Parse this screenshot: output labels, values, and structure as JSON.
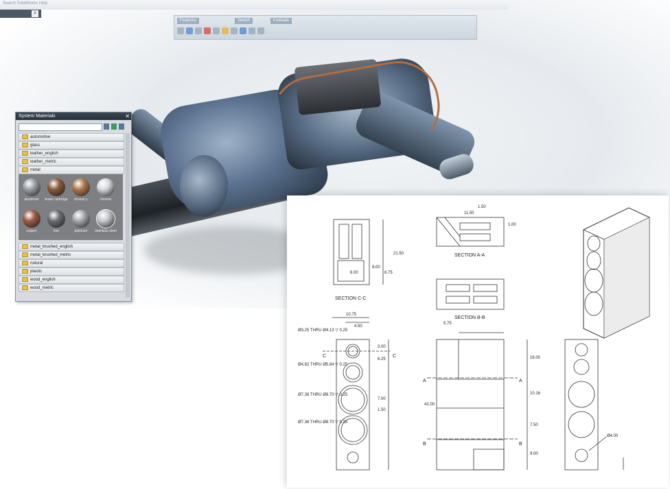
{
  "menubar": {
    "text": "Search SolidWorks Help",
    "nav_arrow": ">"
  },
  "command_bar": {
    "tabs": [
      "Features",
      "Sketch",
      "Evaluate"
    ]
  },
  "materials_panel": {
    "title": "System Materials",
    "close_glyph": "✕",
    "folders_top": [
      "automotive",
      "glass",
      "leather_english",
      "leather_metric",
      "metal"
    ],
    "materials": [
      {
        "name": "aluminum",
        "color": "#9aa0a6"
      },
      {
        "name": "brass cartridge",
        "color": "#8a5a3a"
      },
      {
        "name": "bronze y",
        "color": "#b07a4e"
      },
      {
        "name": "chrome",
        "color": "#d7d9dc"
      },
      {
        "name": "copper",
        "color": "#9e5a44"
      },
      {
        "name": "iron",
        "color": "#6a6e73"
      },
      {
        "name": "platinum",
        "color": "#a6a8ab"
      },
      {
        "name": "stainless steel",
        "color": "#c4c7ca"
      }
    ],
    "folders_bottom": [
      "metal_brushed_english",
      "metal_brushed_metric",
      "natural",
      "plastic",
      "wood_english",
      "wood_metric"
    ]
  },
  "drawing": {
    "section_aa": "SECTION A-A",
    "section_bb": "SECTION B-B",
    "section_cc": "SECTION C-C",
    "dims": {
      "d_2150": "21.50",
      "d_1150": "11.50",
      "d_150": "1.50",
      "d_100": "1.00",
      "d_600": "6.00",
      "d_800": "8.00",
      "d_675": "6.75",
      "d_1075": "10.75",
      "d_625": "6.25",
      "d_1600": "16.00",
      "d_4200": "42.00",
      "d_900": "9.00",
      "d_450": "4.50",
      "d_575": "5.75",
      "d_3": "3.00",
      "d_7": "7.00",
      "d_15": "1.50",
      "d_10_16": "10.16",
      "d_7_50": "7.50"
    },
    "holes": [
      "Ø3.25 THRU\nØ4.13 ▽ 0.25",
      "Ø4.82 THRU\nØ5.84 ▽ 0.25",
      "Ø7.38 THRU\nØ8.70 ▽ 0.25",
      "Ø7.38 THRU\nØ8.70 ▽ 0.25"
    ],
    "hole_right": "Ø4.00",
    "markers": {
      "a": "A",
      "b": "B",
      "c": "C"
    }
  }
}
